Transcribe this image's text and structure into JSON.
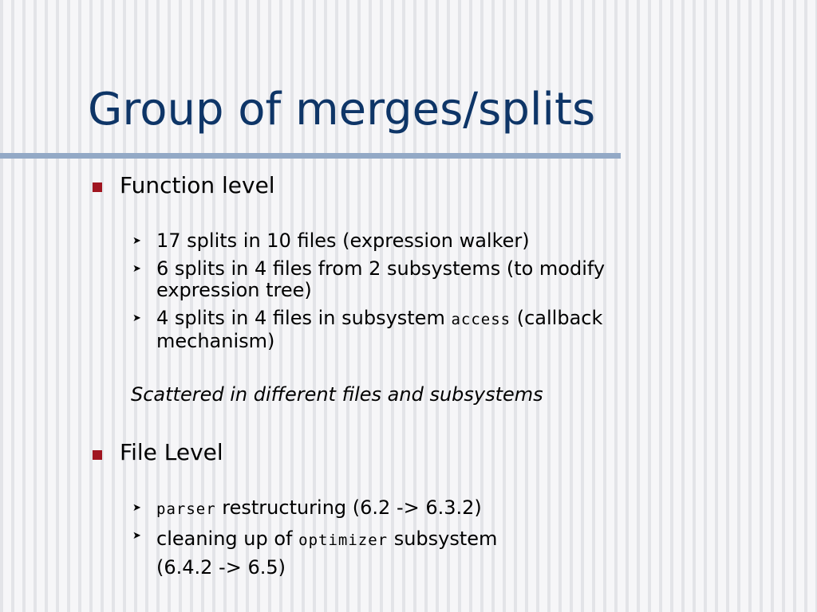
{
  "slide": {
    "title": "Group of merges/splits",
    "sections": [
      {
        "heading": "Function level",
        "items": [
          {
            "line1": "17 splits in 10 files (expression walker)"
          },
          {
            "line1": "6 splits in 4 files from 2 subsystems (to modify",
            "line2": "expression tree)"
          },
          {
            "line1_prefix": "4 splits in 4 files in subsystem ",
            "code": "access",
            "line1_suffix": " (callback",
            "line2": "mechanism)"
          }
        ],
        "note": "Scattered in different files and subsystems"
      },
      {
        "heading": "File Level",
        "items": [
          {
            "code": "parser",
            "line1_suffix": " restructuring (6.2 -> 6.3.2)"
          },
          {
            "line1_prefix": "cleaning up of ",
            "code": "optimizer",
            "line1_suffix": " subsystem",
            "line2": "(6.4.2 -> 6.5)"
          }
        ]
      }
    ]
  }
}
